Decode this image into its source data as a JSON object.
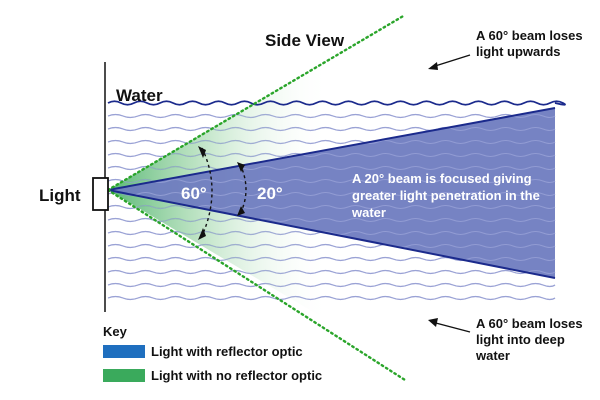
{
  "title": "Side View",
  "labels": {
    "water": "Water",
    "light": "Light",
    "angle_wide": "60°",
    "angle_narrow": "20°"
  },
  "beam_text": "A 20° beam is focused giving greater light penetration in the water",
  "notes": {
    "top": "A 60° beam loses light upwards",
    "bottom": "A 60° beam loses light into deep water"
  },
  "key": {
    "title": "Key",
    "items": [
      {
        "label": "Light with reflector optic",
        "color": "#1f6fbf"
      },
      {
        "label": "Light with no reflector optic",
        "color": "#3aaa5c"
      }
    ]
  },
  "colors": {
    "beam_fill": "#6f7cc0",
    "beam_edge": "#1b2a8c",
    "wide_beam_edge": "#2aa52a",
    "wave": "#8890c8",
    "green": "#3aaa5c"
  }
}
